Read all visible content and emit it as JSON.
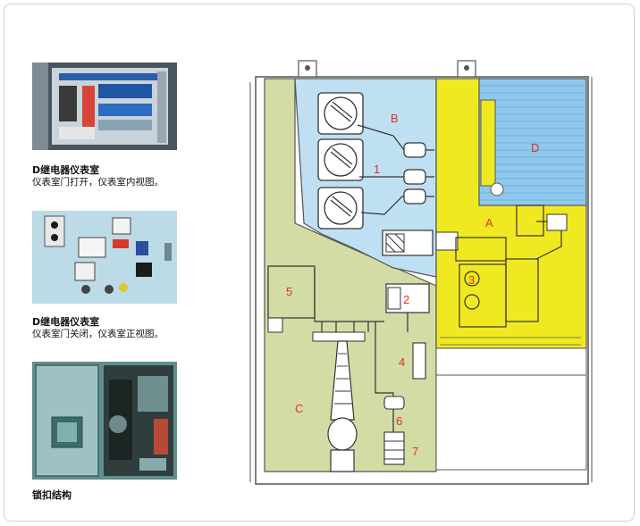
{
  "left_panel": {
    "items": [
      {
        "title": "D继电器仪表室",
        "subtitle": "仪表室门打开，仪表室内视图。"
      },
      {
        "title": "D继电器仪表室",
        "subtitle": "仪表室门关闭，仪表室正视图。"
      },
      {
        "title": "锁扣结构",
        "subtitle": ""
      }
    ]
  },
  "diagram": {
    "labels": {
      "A": "A",
      "B": "B",
      "C": "C",
      "D": "D",
      "n1": "1",
      "n2": "2",
      "n3": "3",
      "n4": "4",
      "n5": "5",
      "n6": "6",
      "n7": "7"
    },
    "colors": {
      "compartment_b": "#bfe0f3",
      "compartment_c": "#d3dca4",
      "compartment_a": "#f0e922",
      "compartment_d": "#8fc8ec",
      "label_red": "#e0321c"
    }
  }
}
